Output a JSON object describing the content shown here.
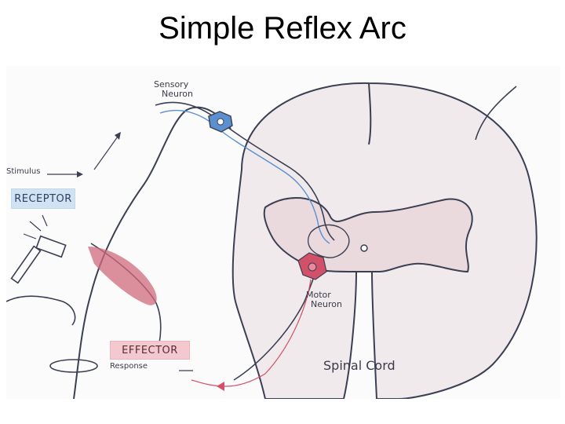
{
  "slide": {
    "title": "Simple Reflex Arc"
  },
  "labels": {
    "sensory_neuron_line1": "Sensory",
    "sensory_neuron_line2": "Neuron",
    "stimulus": "Stimulus",
    "receptor": "RECEPTOR",
    "motor_neuron_line1": "Motor",
    "motor_neuron_line2": "Neuron",
    "effector": "EFFECTOR",
    "response": "Response",
    "spinal_cord": "Spinal Cord"
  },
  "colors": {
    "sensory_neuron": "#5a8fd0",
    "motor_neuron": "#d25068",
    "receptor_highlight": "#cfe3f2",
    "effector_highlight": "#f3c8cf",
    "gray_matter": "#ead9dd",
    "muscle": "#d06a7c"
  }
}
